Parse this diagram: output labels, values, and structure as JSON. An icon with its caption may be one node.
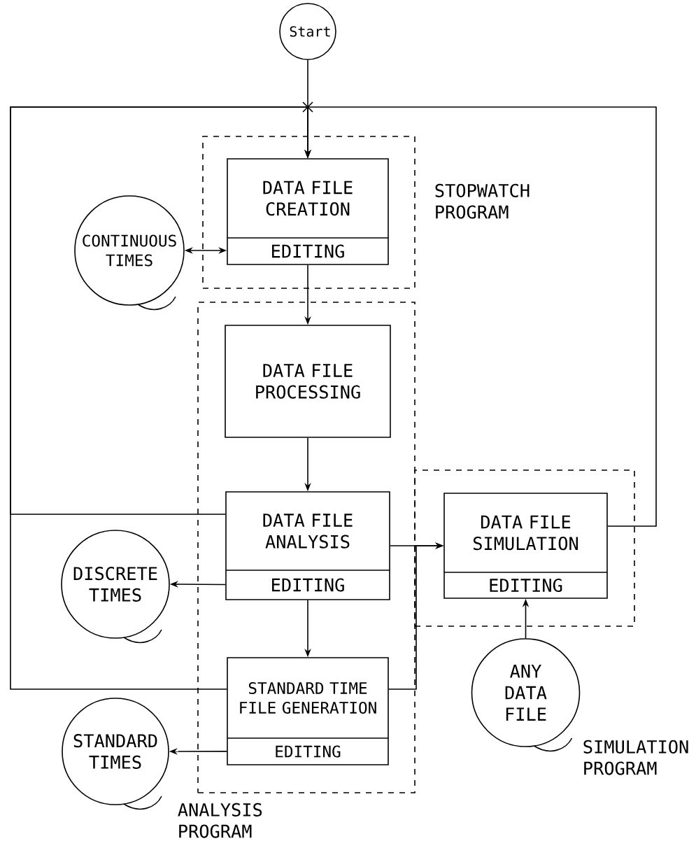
{
  "diagram": {
    "nodes": [
      {
        "text": [
          "Start"
        ]
      },
      {
        "text": [
          "STOPWATCH PROGRAM"
        ]
      },
      {
        "text": [
          "DATA FILE CREATION",
          "EDITING"
        ],
        "in": 1
      },
      {
        "text": [
          "CONTINUOUS TIMES"
        ]
      },
      {
        "text": [
          "ANALYSIS PROGRAM"
        ]
      },
      {
        "text": [
          "DATA FILE PROCESSING"
        ],
        "in": 4
      },
      {
        "text": [
          "DATA FILE ANALYSIS",
          "EDITING"
        ],
        "in": 4
      },
      {
        "text": [
          "DISCRETE TIMES"
        ]
      },
      {
        "text": [
          "STANDARD TIME FILE GENERATION",
          "EDITING"
        ],
        "in": 4
      },
      {
        "text": [
          "STANDARD TIMES"
        ]
      },
      {
        "text": [],
        "shape": "box"
      },
      {
        "text": [
          "DATA FILE SIMULATION",
          "EDITING"
        ],
        "in": 10
      },
      {
        "text": [
          "ANY DATA FILE"
        ]
      }
    ],
    "edges": [
      {
        "from": 0,
        "to": 2,
        "arrow": "to"
      },
      {
        "from": 2,
        "to": 3,
        "arrow": "both"
      },
      {
        "from": 2,
        "to": 5,
        "arrow": "to"
      },
      {
        "from": 5,
        "to": 6,
        "arrow": "to"
      },
      {
        "from": 6,
        "to": 11,
        "arrow": "to"
      },
      {
        "from": 6,
        "to": 7,
        "arrow": "to"
      },
      {
        "from": 6,
        "to": 8,
        "arrow": "to"
      },
      {
        "from": 8,
        "to": 9,
        "arrow": "to"
      },
      {
        "from": 8,
        "to": 11,
        "arrow": "to"
      },
      {
        "from": 12,
        "to": 11,
        "arrow": "to"
      },
      {
        "from": 6,
        "to": 2,
        "arrow": "to"
      },
      {
        "from": 8,
        "to": 2,
        "arrow": "to"
      },
      {
        "from": 11,
        "to": 2,
        "arrow": "to"
      }
    ],
    "labels": [
      "SIMULATION PROGRAM"
    ]
  }
}
